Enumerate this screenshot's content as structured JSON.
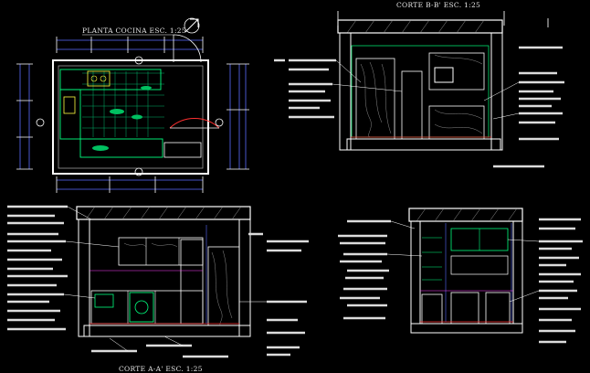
{
  "titles": {
    "plan": "PLANTA COCINA  ESC. 1:25",
    "section_b": "CORTE B-B' ESC. 1:25",
    "section_a": "CORTE A-A' ESC. 1:25"
  },
  "colors": {
    "background": "#000000",
    "line_white": "#ffffff",
    "line_green": "#00ff7f",
    "line_blue": "#5a6cff",
    "line_magenta": "#ff40ff",
    "line_yellow": "#ffff40",
    "line_red": "#ff3030",
    "line_cyan": "#40e0ff",
    "line_gray": "#9a9a9a"
  },
  "icons": {
    "north_arrow": "north-arrow-icon",
    "section_marker": "section-marker-icon"
  }
}
